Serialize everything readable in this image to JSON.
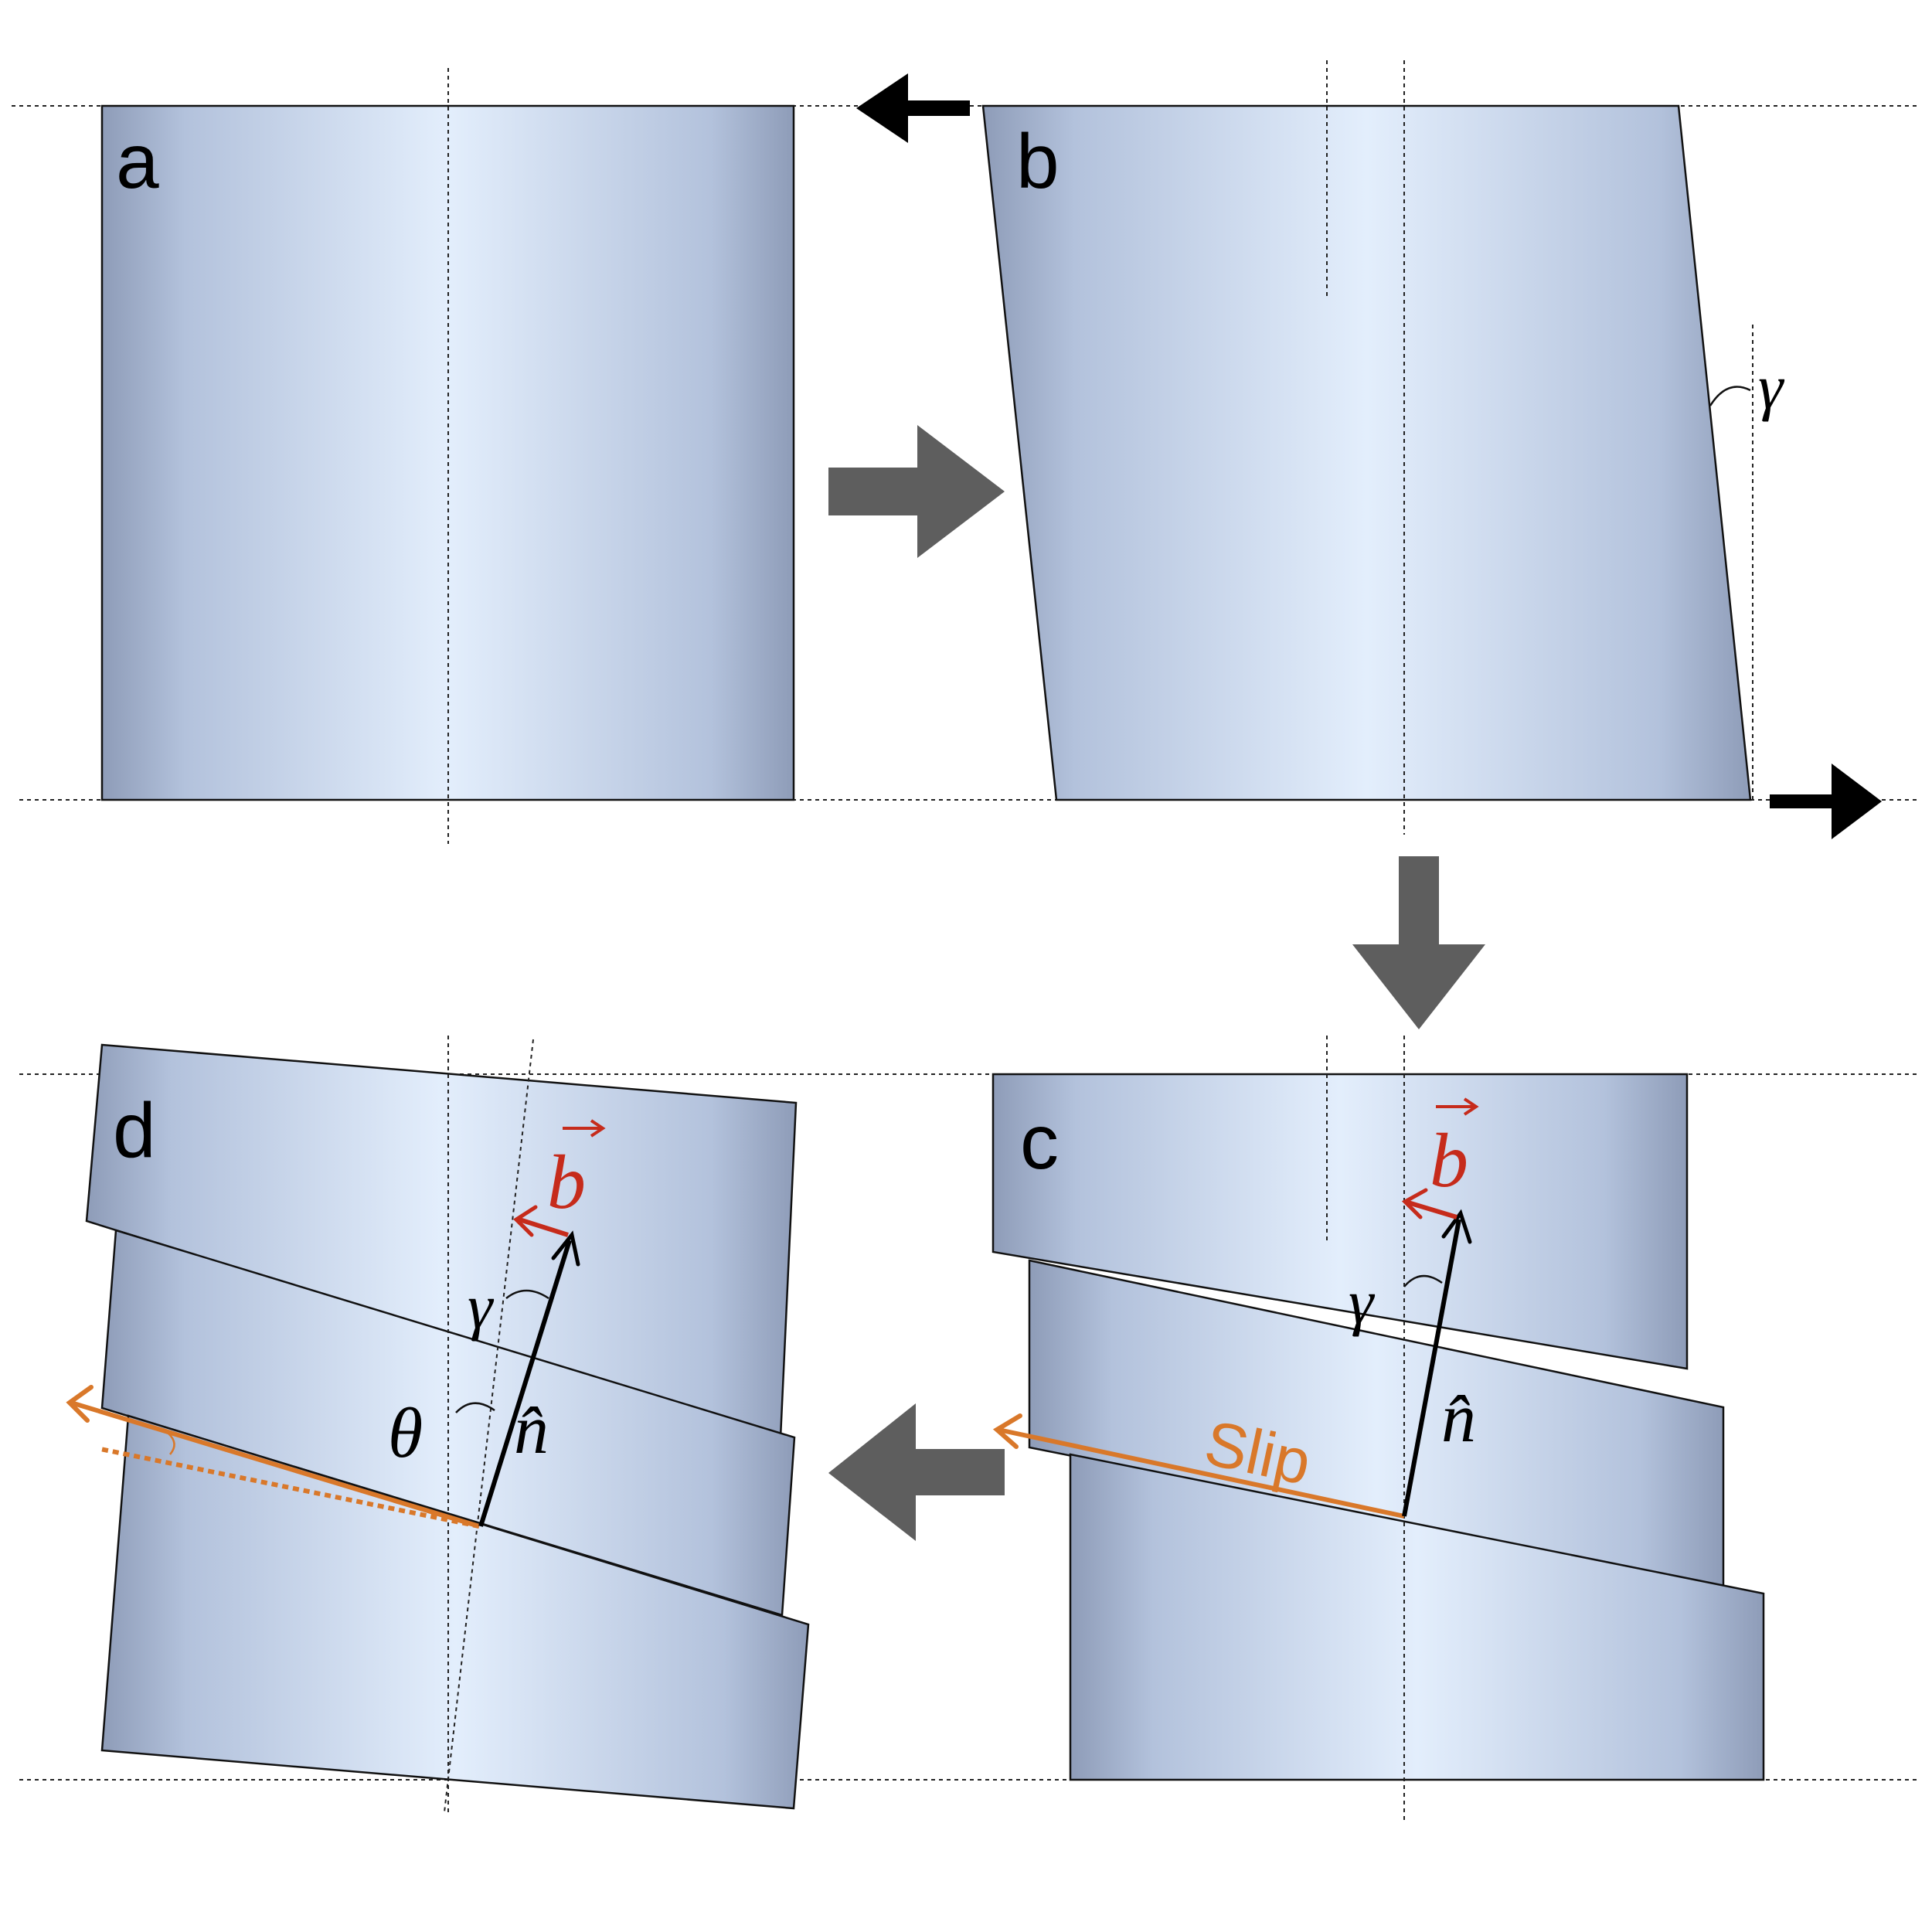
{
  "panels": {
    "a": "a",
    "b": "b",
    "c": "c",
    "d": "d"
  },
  "symbols": {
    "gamma": "γ",
    "theta": "θ",
    "n_hat": "n̂",
    "b_vec": "b"
  },
  "labels": {
    "slip": "Slip"
  },
  "colors": {
    "crystal_edge": "#8e9cb8",
    "crystal_center": "#e3eefc",
    "outline": "#111111",
    "burgers_red": "#c62b1b",
    "slip_orange": "#d9782a",
    "flow_arrow": "#5e5e5e",
    "black_arrow": "#000000"
  }
}
